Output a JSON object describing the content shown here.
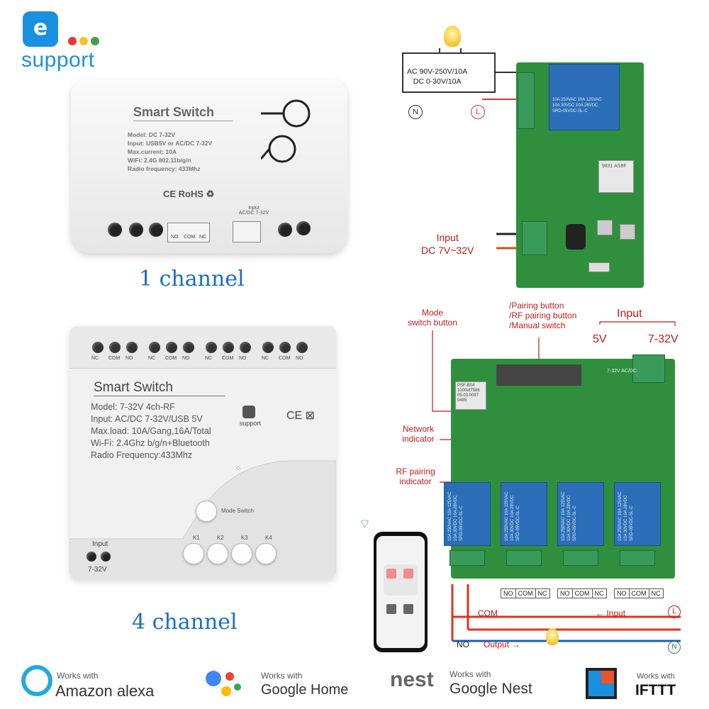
{
  "brand": {
    "e": "e",
    "name": "support"
  },
  "one_channel": {
    "title": "Smart Switch",
    "specs": [
      "Model:  DC 7-32V",
      "Input:  USB5V or AC/DC 7-32V",
      "Max.current:  10A",
      "WiFi: 2.4G  802.11b/g/n",
      "Radio frequency: 433Mhz"
    ],
    "certs": "CE RoHS ♻",
    "terminal_labels": [
      "NO",
      "COM",
      "NC"
    ],
    "input_label": "Input\nAC/DC 7-32V",
    "caption": "1 channel"
  },
  "four_channel": {
    "title": "Smart  Switch",
    "specs": [
      "Model:  7-32V 4ch-RF",
      "Input:  AC/DC 7-32V/USB 5V",
      "Max.load:  10A/Gang,16A/Total",
      "Wi-Fi:  2.4Ghz b/g/n+Bluetooth",
      "Radio Frequency:433Mhz"
    ],
    "badge": "support",
    "certs": "CE ⊠",
    "top_terminals": [
      "NC",
      "COM",
      "NO",
      "NC",
      "COM",
      "NO",
      "NC",
      "COM",
      "NO",
      "NC",
      "COM",
      "NO"
    ],
    "mode_switch": "Mode  Switch",
    "keys": [
      "K1",
      "K2",
      "K3",
      "K4"
    ],
    "input": "Input",
    "voltage": "7-32V",
    "caption": "4 channel"
  },
  "diagram_1ch": {
    "supply": "AC 90V-250V/10A\nDC 0-30V/10A",
    "n": "N",
    "l": "L",
    "relay_text": "10A 250VAC 10A 125VAC\n10A 30VDC 10A 28VDC\nSRD-05VDC-SL-C",
    "input": "Input\nDC 7V~32V",
    "module": "9831 AS8F"
  },
  "diagram_4ch": {
    "mode_button": "Mode\nswitch button",
    "pairing": "/Pairing button\n/RF pairing button\n/Manual switch",
    "input": "Input",
    "v5": "5V",
    "v732": "7-32V",
    "network": "Network\nindicator",
    "rf": "RF pairing\nindicator",
    "module": "PSF-B04\n1000ef7586\n05.03.0097\n0485",
    "side": "7-32V AC/DC",
    "relay": "10A 250VAC 10A 125VAC\n10A 30VDC 10A 28VDC\nSRD-05VDC-SL-C",
    "terminals": [
      "NO",
      "COM",
      "NC"
    ],
    "com": "COM",
    "input_arrow": "← Input",
    "no": "NO",
    "output": "Output →",
    "l": "L",
    "n": "N"
  },
  "works_with": [
    {
      "label": "Works with",
      "name": "Amazon alexa"
    },
    {
      "label": "Works with",
      "name": "Google Home"
    },
    {
      "label": "Works with",
      "name": "Google Nest",
      "logo": "nest"
    },
    {
      "label": "Works with",
      "name": "IFTTT"
    }
  ],
  "colors": {
    "accent": "#1b8fe0",
    "caption": "#1a6fc0",
    "annotation": "#c11b1b",
    "pcb": "#2f8f3c",
    "relay": "#2c6fb8"
  }
}
